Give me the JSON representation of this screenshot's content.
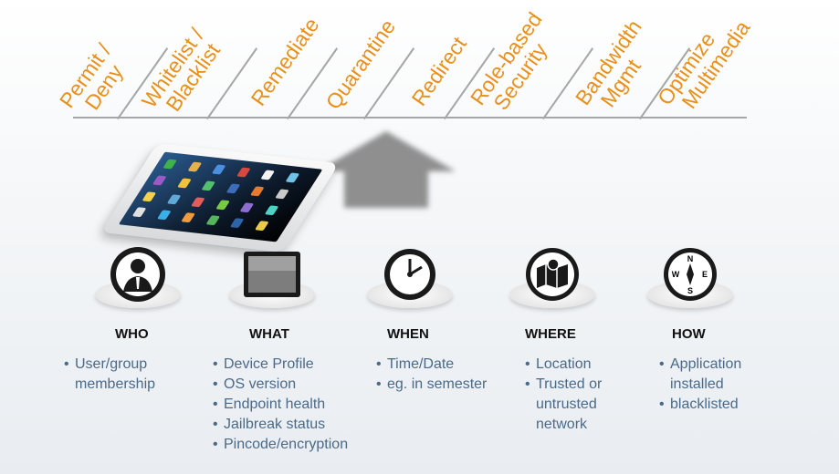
{
  "actions": [
    {
      "line1": "Permit /",
      "line2": "Deny"
    },
    {
      "line1": "Whitelist /",
      "line2": "Blacklist"
    },
    {
      "line1": "Remediate",
      "line2": ""
    },
    {
      "line1": "Quarantine",
      "line2": ""
    },
    {
      "line1": "Redirect",
      "line2": ""
    },
    {
      "line1": "Role-based",
      "line2": "Security"
    },
    {
      "line1": "Bandwidth",
      "line2": "Mgmt"
    },
    {
      "line1": "Optimize",
      "line2": "Multimedia"
    }
  ],
  "columns": [
    {
      "title": "WHO",
      "icon": "user-icon",
      "items": [
        "User/group",
        "membership"
      ]
    },
    {
      "title": "WHAT",
      "icon": "tablet-icon",
      "items": [
        "Device Profile",
        "OS version",
        "Endpoint health",
        "Jailbreak status",
        "Pincode/encryption"
      ]
    },
    {
      "title": "WHEN",
      "icon": "clock-icon",
      "items": [
        "Time/Date",
        "eg. in semester"
      ]
    },
    {
      "title": "WHERE",
      "icon": "map-icon",
      "items": [
        "Location",
        "Trusted or",
        "untrusted",
        "network"
      ]
    },
    {
      "title": "HOW",
      "icon": "compass-icon",
      "items": [
        "Application",
        "installed",
        "blacklisted"
      ]
    }
  ],
  "compass": {
    "n": "N",
    "s": "S",
    "e": "E",
    "w": "W"
  },
  "colors": {
    "accent": "#e8901b",
    "bullet_text": "#4a6a8a",
    "divider": "#a6a6a6"
  }
}
